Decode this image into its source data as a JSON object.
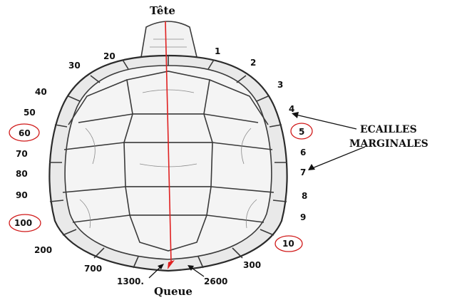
{
  "head_label": "Tête",
  "tail_label": "Queue",
  "annotation": {
    "line1": "ECAILLES",
    "line2": "MARGINALES"
  },
  "left_numbers": [
    "30",
    "20",
    "40",
    "50",
    "60",
    "70",
    "80",
    "90",
    "100",
    "200",
    "700"
  ],
  "right_numbers": [
    "1",
    "2",
    "3",
    "4",
    "5",
    "6",
    "7",
    "8",
    "9",
    "10",
    "300"
  ],
  "bottom_numbers": {
    "left": "1300.",
    "right": "2600"
  },
  "circled_numbers": [
    "60",
    "100",
    "5",
    "10"
  ],
  "colors": {
    "axis": "#e02020",
    "circle": "#d01818",
    "ink": "#111111"
  }
}
